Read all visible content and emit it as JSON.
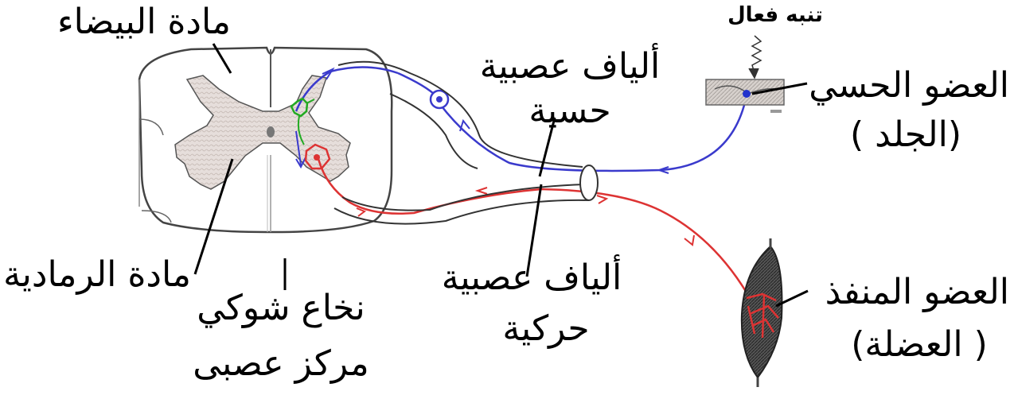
{
  "labels": {
    "white_matter": "مادة البيضاء",
    "gray_matter": "مادة الرمادية",
    "spinal_cord_line1": "نخاع شوكي",
    "spinal_cord_line2": "مركز عصبى",
    "sensory_fibers_line1": "ألياف عصبية",
    "sensory_fibers_line2": "حسية",
    "motor_fibers_line1": "ألياف عصبية",
    "motor_fibers_line2": "حركية",
    "effective_stimulus": "تنبه فعال",
    "sensory_organ_line1": "العضو الحسي",
    "sensory_organ_line2": "(الجلد )",
    "effector_line1": "العضو المنفذ",
    "effector_line2": "( العضلة)"
  },
  "colors": {
    "sensory_path": "#3a3acc",
    "motor_path": "#dd3333",
    "interneuron": "#22aa22",
    "gray_matter_fill": "#e4dcd8",
    "outline": "#333333"
  }
}
